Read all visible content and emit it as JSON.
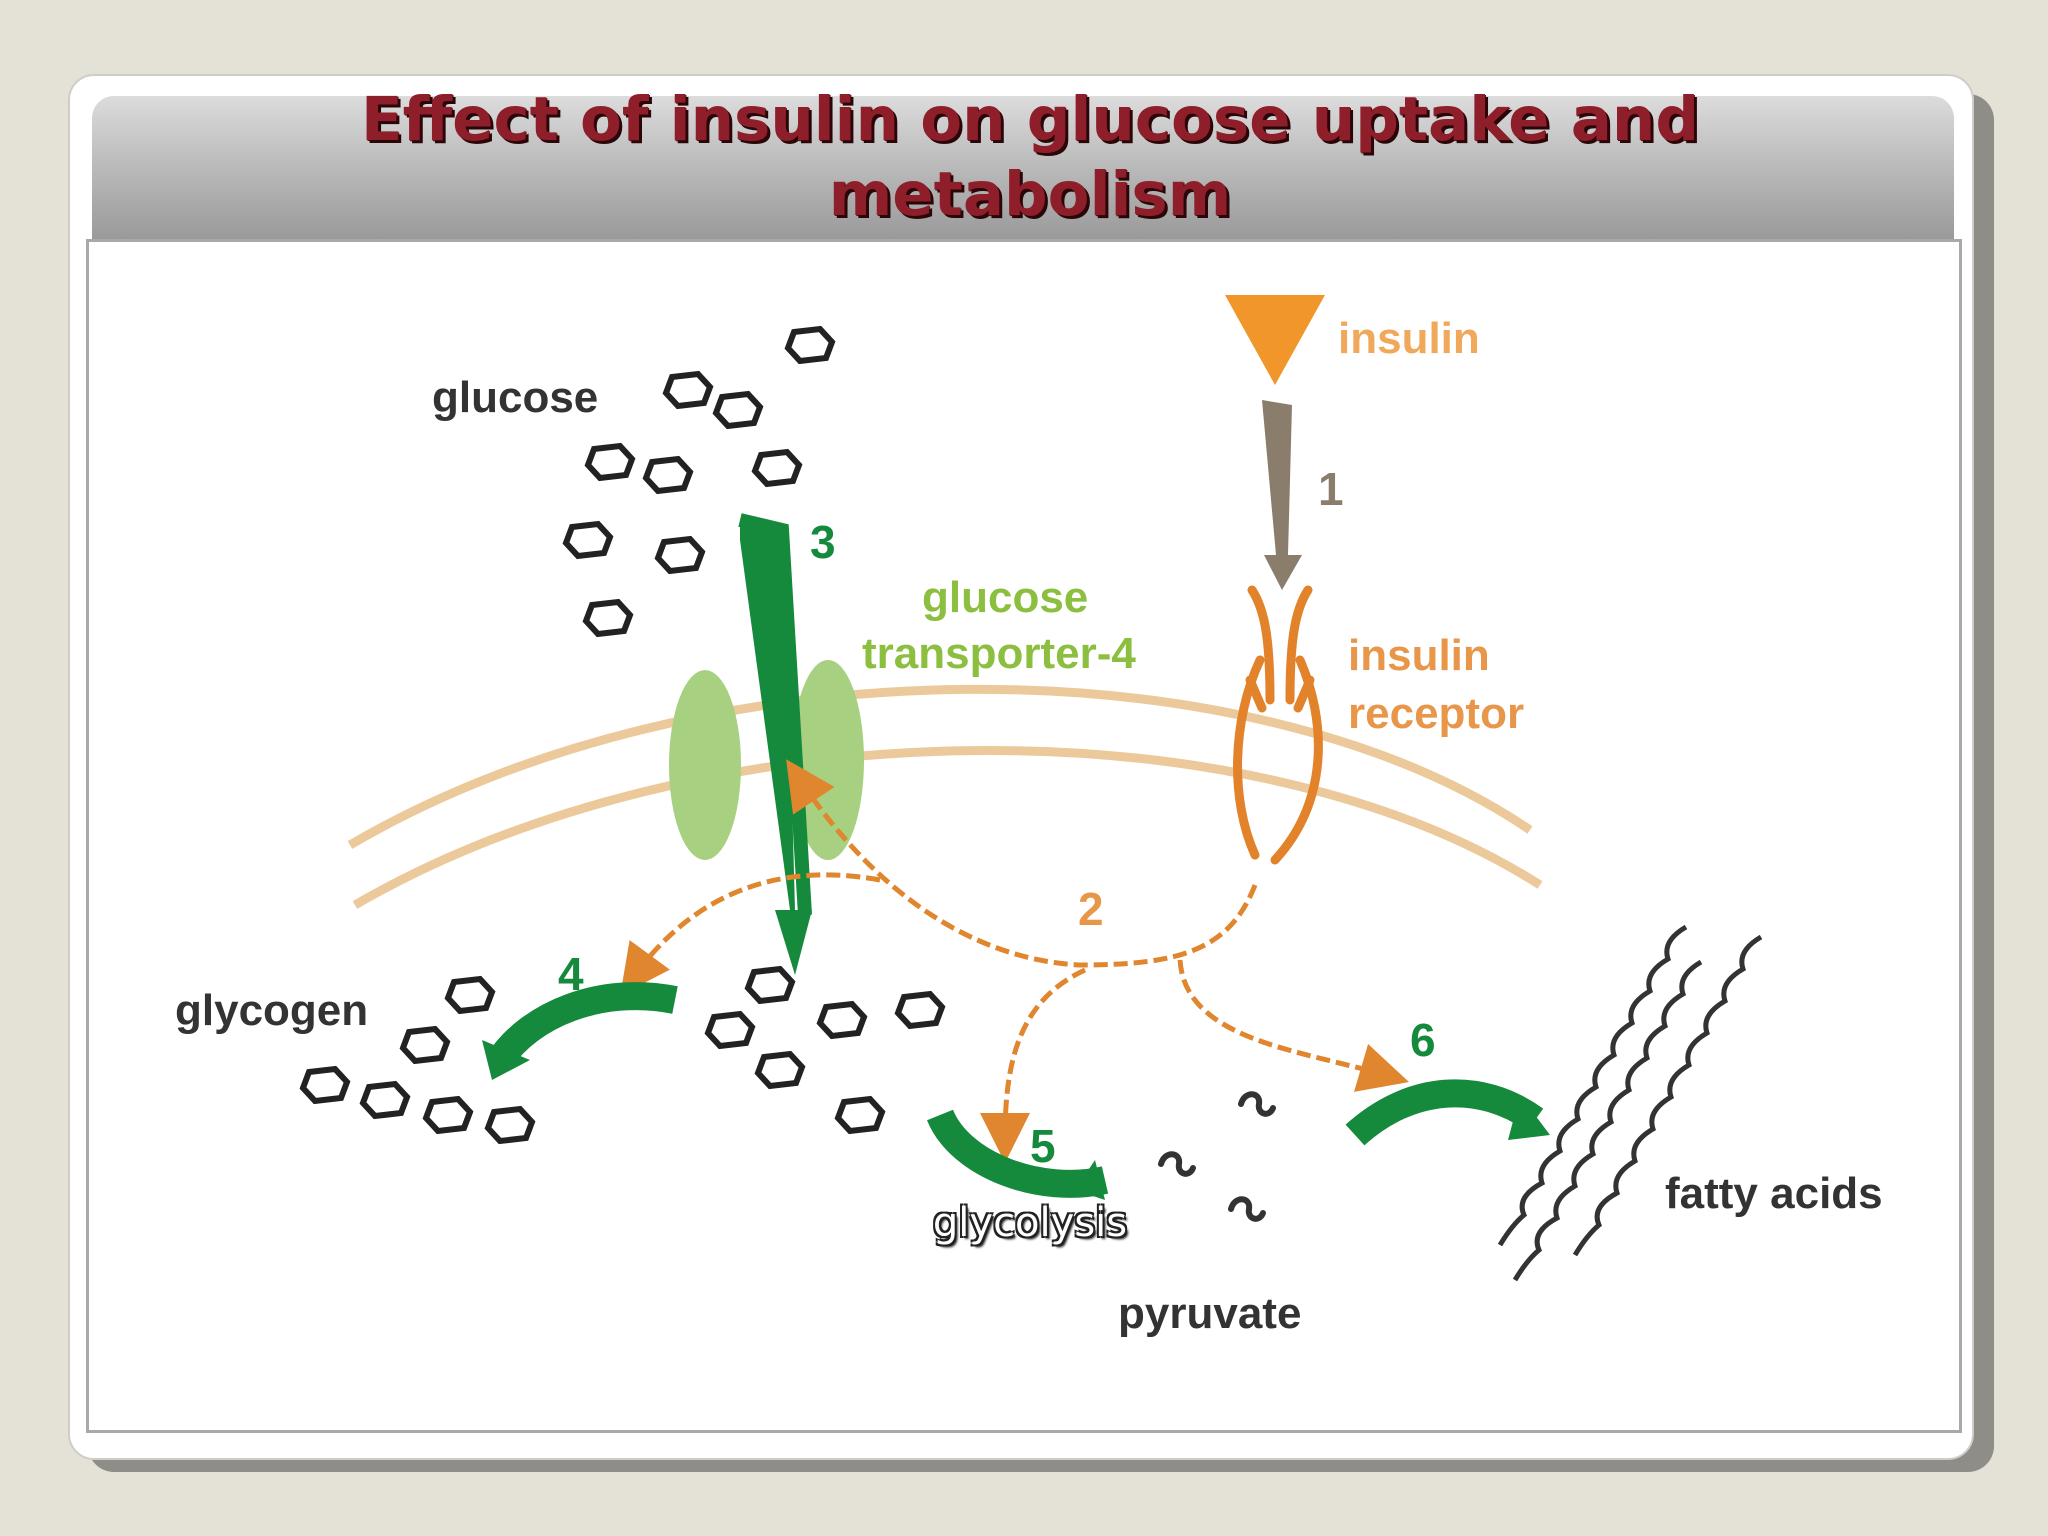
{
  "slide": {
    "title": "Effect of insulin on glucose uptake and metabolism"
  },
  "diagram": {
    "labels": {
      "glucose": "glucose",
      "insulin": "insulin",
      "glut4_line1": "glucose",
      "glut4_line2": "transporter-4",
      "receptor_line1": "insulin",
      "receptor_line2": "receptor",
      "glycogen": "glycogen",
      "pyruvate": "pyruvate",
      "fatty_acids": "fatty acids",
      "glycolysis": "glycolysis"
    },
    "steps": [
      "1",
      "2",
      "3",
      "4",
      "5",
      "6"
    ],
    "colors": {
      "title": "#8e1f2a",
      "insulin": "#f0962a",
      "signal_arrow": "#8a7d6c",
      "membrane": "#ecc99a",
      "glut4": "#a7d080",
      "glut4_label": "#8cbf3f",
      "uptake_arrow": "#168a3c",
      "receptor": "#e2822a",
      "receptor_label": "#e8964a",
      "molecule": "#222222"
    }
  }
}
